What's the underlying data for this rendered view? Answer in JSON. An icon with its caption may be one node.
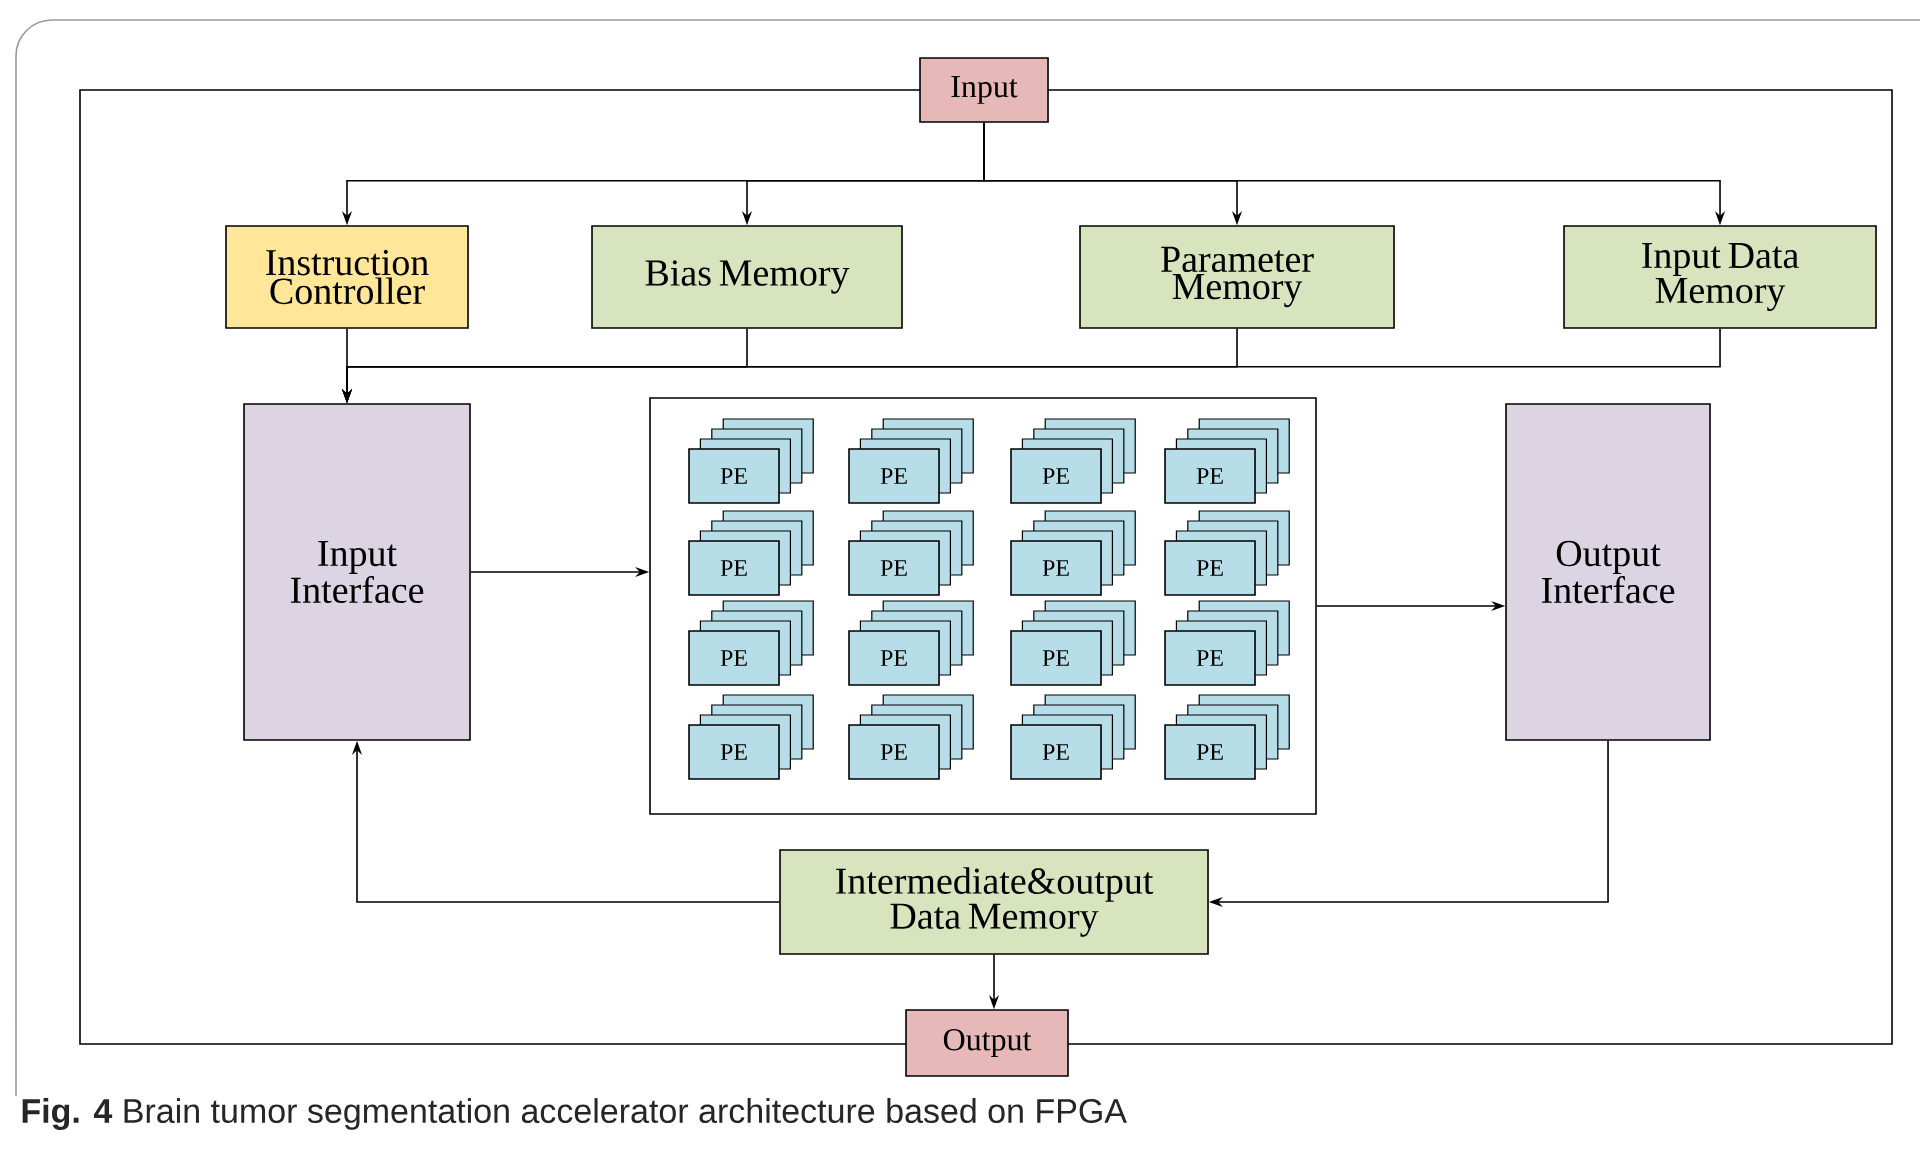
{
  "diagram": {
    "caption": "**Fig. 4** Brain tumor segmentation accelerator architecture based on FPGA",
    "nodes": [
      {
        "text": [
          "Input"
        ]
      },
      {
        "text": [
          "Instruction Controller"
        ]
      },
      {
        "text": [
          "Bias Memory"
        ]
      },
      {
        "text": [
          "Parameter Memory"
        ]
      },
      {
        "text": [
          "Input Data Memory"
        ]
      },
      {
        "text": [
          "Input Interface"
        ]
      },
      {
        "text": [],
        "shape": "box"
      },
      {
        "text": [
          "PE"
        ],
        "in": 6
      },
      {
        "text": [
          "PE"
        ],
        "in": 6
      },
      {
        "text": [
          "PE"
        ],
        "in": 6
      },
      {
        "text": [
          "PE"
        ],
        "in": 6
      },
      {
        "text": [
          "PE"
        ],
        "in": 6
      },
      {
        "text": [
          "PE"
        ],
        "in": 6
      },
      {
        "text": [
          "PE"
        ],
        "in": 6
      },
      {
        "text": [
          "PE"
        ],
        "in": 6
      },
      {
        "text": [
          "PE"
        ],
        "in": 6
      },
      {
        "text": [
          "PE"
        ],
        "in": 6
      },
      {
        "text": [
          "PE"
        ],
        "in": 6
      },
      {
        "text": [
          "PE"
        ],
        "in": 6
      },
      {
        "text": [
          "PE"
        ],
        "in": 6
      },
      {
        "text": [
          "PE"
        ],
        "in": 6
      },
      {
        "text": [
          "PE"
        ],
        "in": 6
      },
      {
        "text": [
          "PE"
        ],
        "in": 6
      },
      {
        "text": [
          "Output Interface"
        ]
      },
      {
        "text": [
          "Intermediate&output Data Memory"
        ]
      },
      {
        "text": [
          "Output"
        ]
      }
    ],
    "edges": [
      {
        "from": 0,
        "to": 1,
        "arrow": "to"
      },
      {
        "from": 0,
        "to": 2,
        "arrow": "to"
      },
      {
        "from": 0,
        "to": 3,
        "arrow": "to"
      },
      {
        "from": 0,
        "to": 4,
        "arrow": "to"
      },
      {
        "from": 1,
        "to": 5,
        "arrow": "to"
      },
      {
        "from": 2,
        "to": 5,
        "arrow": "to"
      },
      {
        "from": 3,
        "to": 5,
        "arrow": "to"
      },
      {
        "from": 4,
        "to": 5,
        "arrow": "to"
      },
      {
        "from": 5,
        "to": 6,
        "arrow": "to"
      },
      {
        "from": 6,
        "to": 23,
        "arrow": "to"
      },
      {
        "from": 23,
        "to": 24,
        "arrow": "to"
      },
      {
        "from": 24,
        "to": 5,
        "arrow": "to"
      },
      {
        "from": 24,
        "to": 25,
        "arrow": "to"
      }
    ]
  }
}
